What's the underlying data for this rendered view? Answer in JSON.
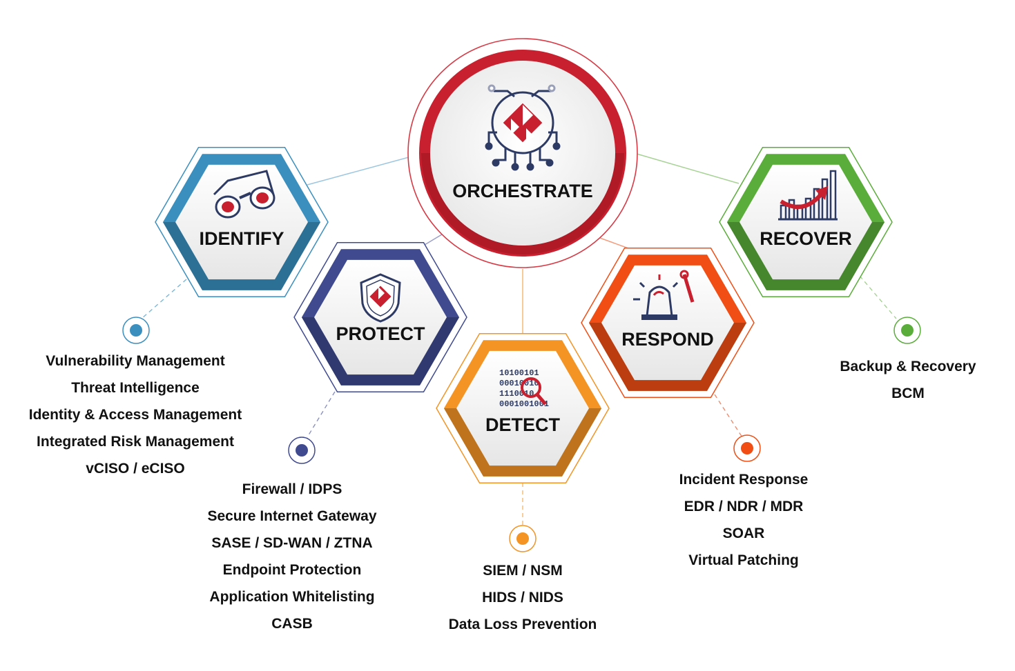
{
  "center": {
    "label": "ORCHESTRATE",
    "color": "#c8202e"
  },
  "nodes": [
    {
      "id": "identify",
      "label": "IDENTIFY",
      "color": "#3a8fbf",
      "icon": "binoculars-icon",
      "items": [
        "Vulnerability Management",
        "Threat Intelligence",
        "Identity & Access Management",
        "Integrated Risk Management",
        "vCISO / eCISO"
      ]
    },
    {
      "id": "protect",
      "label": "PROTECT",
      "color": "#3f4a8f",
      "icon": "shield-icon",
      "items": [
        "Firewall / IDPS",
        "Secure Internet Gateway",
        "SASE / SD-WAN / ZTNA",
        "Endpoint Protection",
        "Application Whitelisting",
        "CASB"
      ]
    },
    {
      "id": "detect",
      "label": "DETECT",
      "color": "#f39424",
      "icon": "binary-magnifier-icon",
      "items": [
        "SIEM / NSM",
        "HIDS / NIDS",
        "Data Loss Prevention"
      ]
    },
    {
      "id": "respond",
      "label": "RESPOND",
      "color": "#f04e14",
      "icon": "alarm-wrench-icon",
      "items": [
        "Incident Response",
        "EDR / NDR / MDR",
        "SOAR",
        "Virtual Patching"
      ]
    },
    {
      "id": "recover",
      "label": "RECOVER",
      "color": "#5aad3a",
      "icon": "growth-chart-icon",
      "items": [
        "Backup & Recovery",
        "BCM"
      ]
    }
  ],
  "icon_text": {
    "binary": [
      "10100101",
      "00010010",
      "1110010",
      "0001001001"
    ]
  }
}
